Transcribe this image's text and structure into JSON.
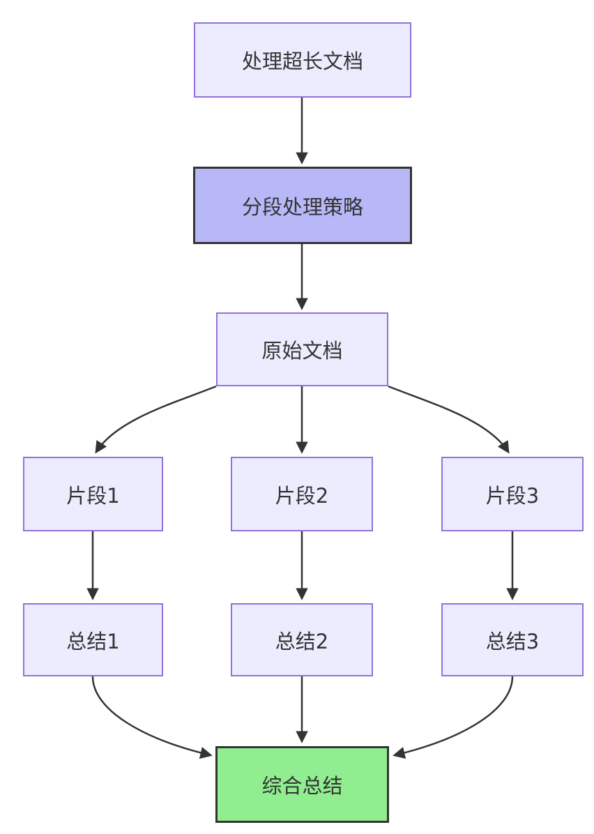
{
  "diagram": {
    "type": "flowchart",
    "direction": "top-down",
    "nodes": {
      "title": {
        "id": "title",
        "label": "处理超长文档",
        "style": "light"
      },
      "strategy": {
        "id": "strategy",
        "label": "分段处理策略",
        "style": "highlight-purple"
      },
      "source": {
        "id": "source",
        "label": "原始文档",
        "style": "light"
      },
      "chunk1": {
        "id": "chunk1",
        "label": "片段1",
        "style": "light"
      },
      "chunk2": {
        "id": "chunk2",
        "label": "片段2",
        "style": "light"
      },
      "chunk3": {
        "id": "chunk3",
        "label": "片段3",
        "style": "light"
      },
      "summary1": {
        "id": "summary1",
        "label": "总结1",
        "style": "light"
      },
      "summary2": {
        "id": "summary2",
        "label": "总结2",
        "style": "light"
      },
      "summary3": {
        "id": "summary3",
        "label": "总结3",
        "style": "light"
      },
      "final": {
        "id": "final",
        "label": "综合总结",
        "style": "highlight-green"
      }
    },
    "edges": [
      {
        "from": "title",
        "to": "strategy",
        "arrow": true
      },
      {
        "from": "strategy",
        "to": "source",
        "arrow": true
      },
      {
        "from": "source",
        "to": "chunk1",
        "arrow": true
      },
      {
        "from": "source",
        "to": "chunk2",
        "arrow": true
      },
      {
        "from": "source",
        "to": "chunk3",
        "arrow": true
      },
      {
        "from": "chunk1",
        "to": "summary1",
        "arrow": true
      },
      {
        "from": "chunk2",
        "to": "summary2",
        "arrow": true
      },
      {
        "from": "chunk3",
        "to": "summary3",
        "arrow": true
      },
      {
        "from": "summary1",
        "to": "final",
        "arrow": true
      },
      {
        "from": "summary2",
        "to": "final",
        "arrow": true
      },
      {
        "from": "summary3",
        "to": "final",
        "arrow": true
      }
    ],
    "colors": {
      "node_fill": "#ECECFF",
      "node_border": "#9370DB",
      "strategy_fill": "#B8B8F8",
      "strategy_border": "#333333",
      "final_fill": "#90EE90",
      "final_border": "#333333",
      "edge": "#333333",
      "text": "#333333",
      "background": "#FFFFFF"
    }
  }
}
